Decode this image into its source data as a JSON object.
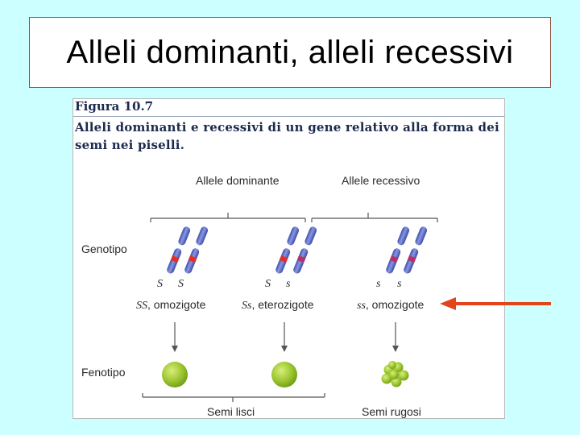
{
  "slide": {
    "title": "Alleli dominanti, alleli recessivi"
  },
  "figure": {
    "number": "Figura 10.7",
    "caption": "Alleli dominanti e recessivi di un gene relativo alla forma dei semi nei piselli.",
    "allele_dominant": "Allele dominante",
    "allele_recessive": "Allele recessivo",
    "row_genotype": "Genotipo",
    "row_phenotype": "Fenotipo",
    "columns": [
      {
        "alleles": [
          "S",
          "S"
        ],
        "genotype_symbol": "SS",
        "genotype_desc": ", omozigote",
        "seed": "smooth"
      },
      {
        "alleles": [
          "S",
          "s"
        ],
        "genotype_symbol": "Ss",
        "genotype_desc": ", eterozigote",
        "seed": "smooth"
      },
      {
        "alleles": [
          "s",
          "s"
        ],
        "genotype_symbol": "ss",
        "genotype_desc": ", omozigote",
        "seed": "wrinkled"
      }
    ],
    "phenotype_smooth": "Semi lisci",
    "phenotype_wrinkled": "Semi rugosi"
  },
  "colors": {
    "background": "#ccffff",
    "chromosome": "#5566c8",
    "allele_band": "#e0302a",
    "seed": "#8ebc2a",
    "pointer_arrow": "#e0451e"
  }
}
